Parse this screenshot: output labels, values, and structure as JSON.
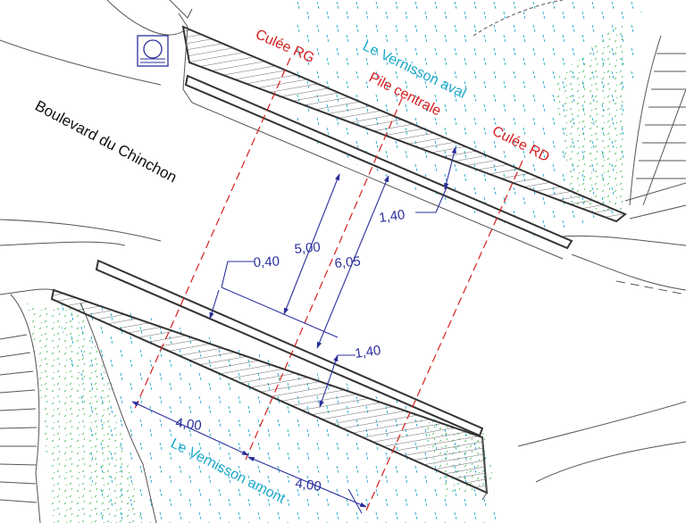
{
  "labels": {
    "street": "Boulevard du Chinchon",
    "culee_rg": "Culée RG",
    "culee_rd": "Culée RD",
    "pile_centrale": "Pile centrale",
    "vernisson_aval": "Le Vernisson aval",
    "vernisson_amont": "Le Vernisson amont"
  },
  "dimensions": {
    "offset": "0,40",
    "span_left": "5,00",
    "span_right": "6,05",
    "width_top": "1,40",
    "width_bottom": "1,40",
    "amont_left": "4,00",
    "amont_right": "4,00"
  },
  "colors": {
    "axis_red": "#d42020",
    "label_red": "#d42020",
    "water_cyan": "#19a7c9",
    "dimension_blue": "#2b2f9c",
    "vegetation_green": "#3bb34a",
    "outline": "#333333"
  },
  "icons": {
    "symbol": "manhole-icon"
  }
}
